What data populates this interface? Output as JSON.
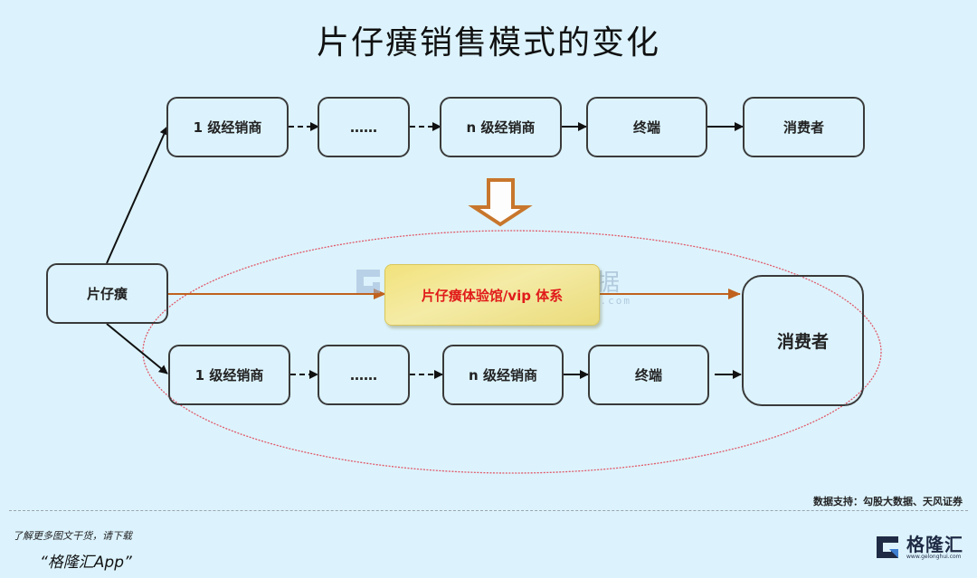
{
  "title": "片仔癀销售模式的变化",
  "top_flow": {
    "nodes": [
      "1 级经销商",
      "……",
      "n 级经销商",
      "终端",
      "消费者"
    ]
  },
  "source_node": "片仔癀",
  "bottom_flow": {
    "nodes": [
      "1 级经销商",
      "……",
      "n 级经销商",
      "终端"
    ],
    "consumer": "消费者"
  },
  "vip_channel": "片仔癀体验馆/vip 体系",
  "watermark": {
    "brand_cn": "格隆汇",
    "brand_url": "www.gelonghui.com",
    "data_cn": "勾股大数据",
    "data_url": "www.gogudata.com"
  },
  "colors": {
    "background": "#dcf3fd",
    "orange_arrow": "#c0621e",
    "ellipse": "#e05a6a",
    "vip_text": "#e11b1b"
  },
  "footer": {
    "source": "数据支持：勾股大数据、天风证券",
    "promo_line1": "了解更多图文干货，请下载",
    "promo_line2": "“格隆汇App”",
    "brand_name": "格隆汇",
    "brand_url": "www.gelonghui.com"
  }
}
